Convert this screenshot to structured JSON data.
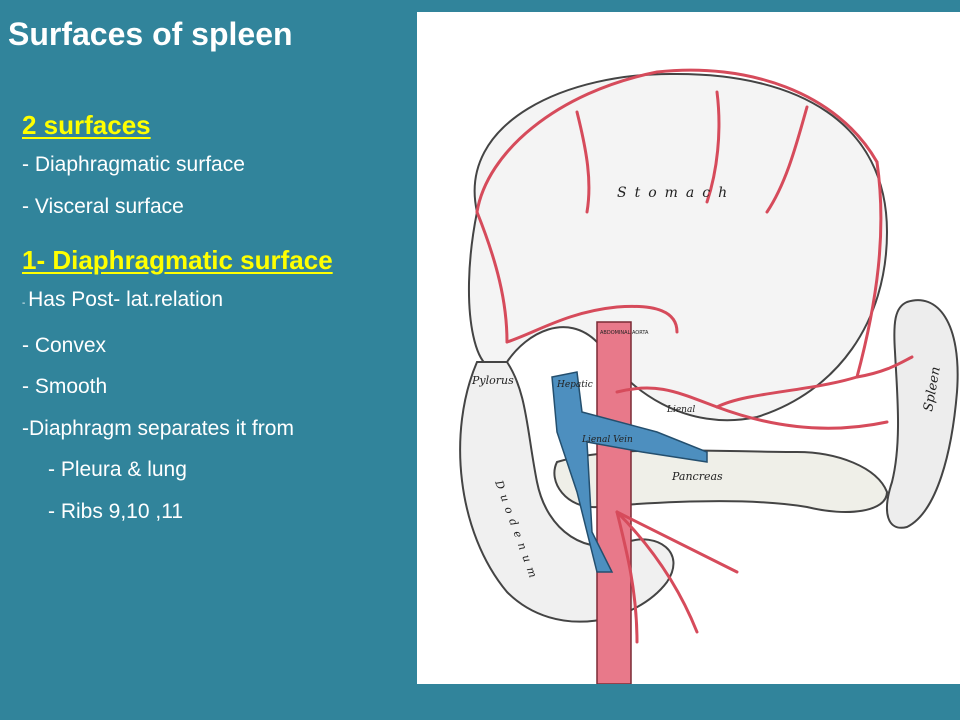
{
  "slide": {
    "title": "Surfaces of spleen",
    "sections": [
      {
        "heading": "2 surfaces",
        "items": [
          "- Diaphragmatic surface",
          "- Visceral surface"
        ]
      },
      {
        "heading": "1- Diaphragmatic surface",
        "items_lead": {
          "dash": "- ",
          "text": "Has Post- lat.relation"
        },
        "items": [
          "- Convex",
          "- Smooth",
          "-Diaphragm separates it from"
        ],
        "subitems": [
          "- Pleura & lung",
          "- Ribs 9,10 ,11"
        ]
      }
    ]
  },
  "figure": {
    "labels": {
      "stomach": "Stomach",
      "spleen": "Spleen",
      "pylorus": "Pylorus",
      "pancreas": "Pancreas",
      "duodenum": "Duodenum",
      "aorta": "ABDOMINAL AORTA",
      "lienal_artery": "Lienal",
      "lienal_vein": "Lienal Vein",
      "hepatic": "Hepatic"
    },
    "colors": {
      "artery": "#d64b5b",
      "vein": "#3c86b5",
      "background": "#31849b",
      "heading": "#ffff00"
    }
  }
}
